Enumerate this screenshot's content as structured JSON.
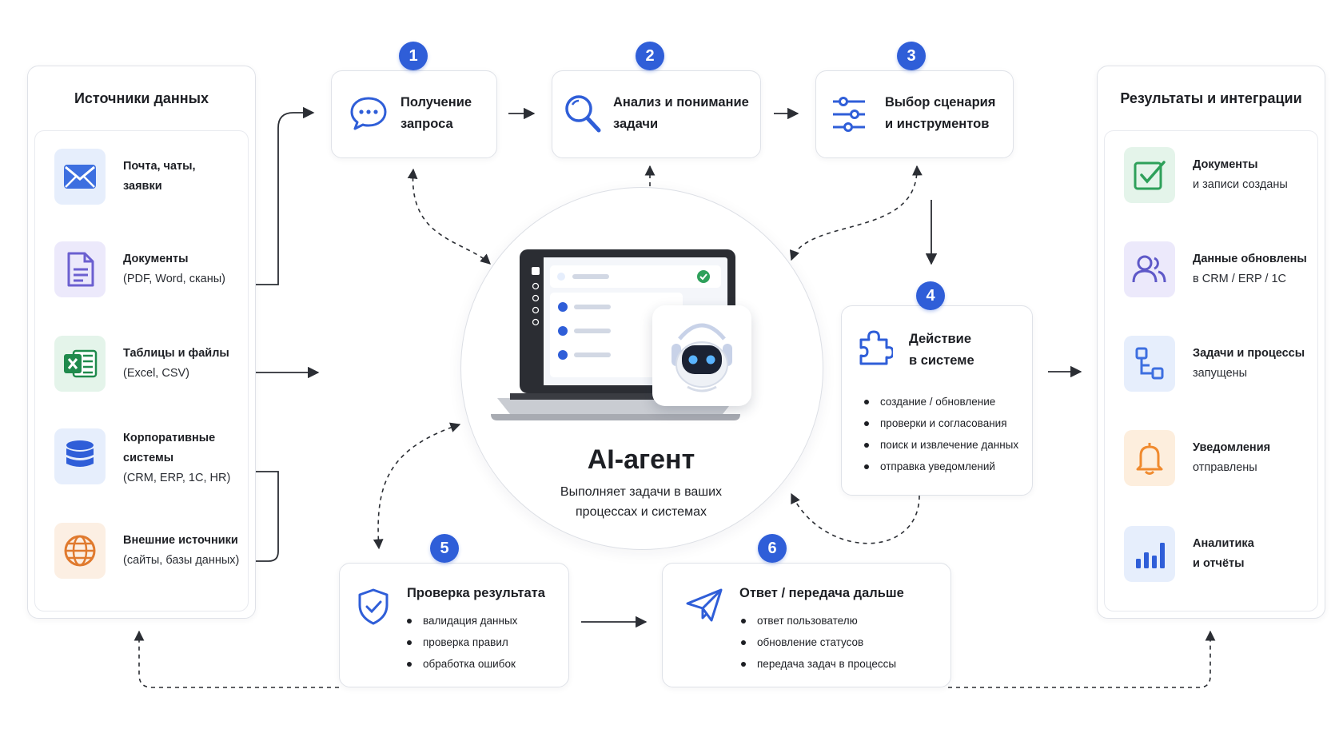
{
  "colors": {
    "accent": "#2f5ed8",
    "border": "#dfe2e8",
    "mail": "#3d6fe0",
    "doc": "#6b5fd0",
    "excel": "#1f8a4c",
    "db": "#2f5ed8",
    "globe": "#e07a2e",
    "check": "#2ea05a",
    "bell": "#f08a2e"
  },
  "sources": {
    "title": "Источники данных",
    "items": [
      {
        "icon": "mail-icon",
        "line1": "Почта, чаты,",
        "line2": "заявки",
        "line3": ""
      },
      {
        "icon": "document-icon",
        "line1": "Документы",
        "line2": "(PDF, Word, сканы)",
        "line3": ""
      },
      {
        "icon": "excel-icon",
        "line1": "Таблицы и файлы",
        "line2": "(Excel, CSV)",
        "line3": ""
      },
      {
        "icon": "database-icon",
        "line1": "Корпоративные",
        "line2": "системы",
        "line3": "(CRM, ERP, 1C, HR)"
      },
      {
        "icon": "globe-icon",
        "line1": "Внешние источники",
        "line2": "(сайты, базы данных)",
        "line3": ""
      }
    ]
  },
  "results": {
    "title": "Результаты и интеграции",
    "items": [
      {
        "icon": "checkbox-icon",
        "line1": "Документы",
        "line2": "и записи созданы"
      },
      {
        "icon": "users-icon",
        "line1": "Данные обновлены",
        "line2": "в CRM / ERP / 1C"
      },
      {
        "icon": "process-icon",
        "line1": "Задачи и процессы",
        "line2": "запущены"
      },
      {
        "icon": "bell-icon",
        "line1": "Уведомления",
        "line2": "отправлены"
      },
      {
        "icon": "bar-chart-icon",
        "line1": "Аналитика",
        "line2": "и отчёты"
      }
    ]
  },
  "steps": {
    "s1": {
      "number": "1",
      "line1": "Получение",
      "line2": "запроса",
      "icon": "chat-icon"
    },
    "s2": {
      "number": "2",
      "line1": "Анализ и понимание",
      "line2": "задачи",
      "icon": "search-icon"
    },
    "s3": {
      "number": "3",
      "line1": "Выбор сценария",
      "line2": "и инструментов",
      "icon": "sliders-icon"
    },
    "s4": {
      "number": "4",
      "line1": "Действие",
      "line2": "в системе",
      "icon": "puzzle-icon",
      "bullets": [
        "создание / обновление",
        "проверки и согласования",
        "поиск и извлечение данных",
        "отправка уведомлений"
      ]
    },
    "s5": {
      "number": "5",
      "line1": "Проверка результата",
      "icon": "shield-check-icon",
      "bullets": [
        "валидация данных",
        "проверка правил",
        "обработка ошибок"
      ]
    },
    "s6": {
      "number": "6",
      "line1": "Ответ / передача дальше",
      "icon": "paper-plane-icon",
      "bullets": [
        "ответ пользователю",
        "обновление статусов",
        "передача задач в процессы"
      ]
    }
  },
  "agent": {
    "title": "AI-агент",
    "desc_line1": "Выполняет задачи в ваших",
    "desc_line2": "процессах и системах",
    "illustration_icons": [
      "laptop-icon",
      "robot-icon"
    ]
  }
}
